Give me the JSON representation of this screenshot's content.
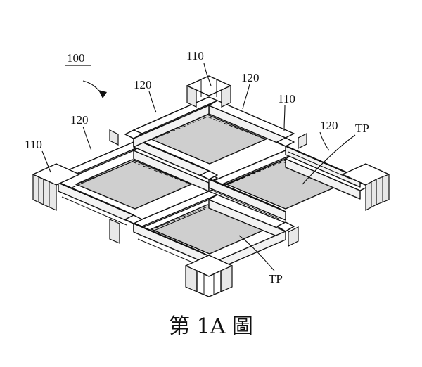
{
  "figure": {
    "reference_number": "100",
    "labels": {
      "node": "110",
      "beam": "120",
      "panel": "TP"
    },
    "caption": "第 1A 圖"
  }
}
